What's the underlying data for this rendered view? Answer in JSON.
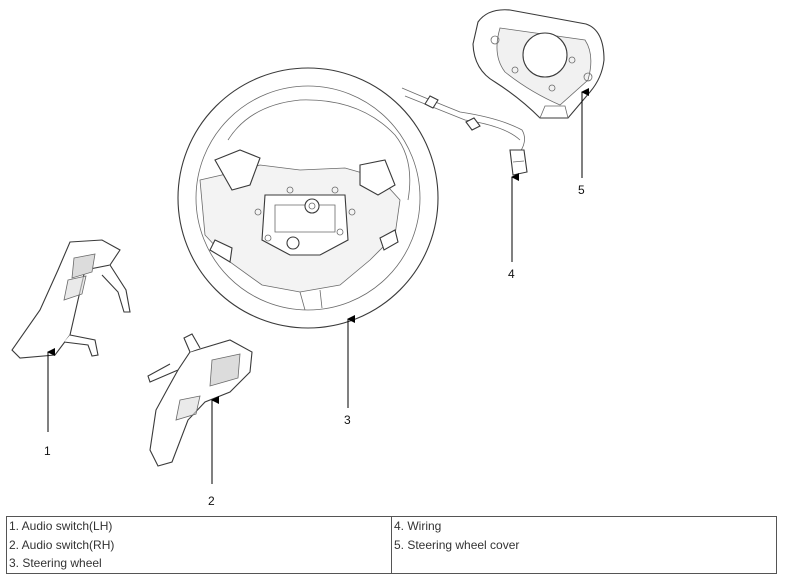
{
  "callouts": {
    "c1": "1",
    "c2": "2",
    "c3": "3",
    "c4": "4",
    "c5": "5"
  },
  "legend": {
    "left": [
      "1. Audio switch(LH)",
      "2. Audio switch(RH)",
      "3. Steering wheel"
    ],
    "right": [
      "4. Wiring",
      "5. Steering wheel cover"
    ]
  }
}
